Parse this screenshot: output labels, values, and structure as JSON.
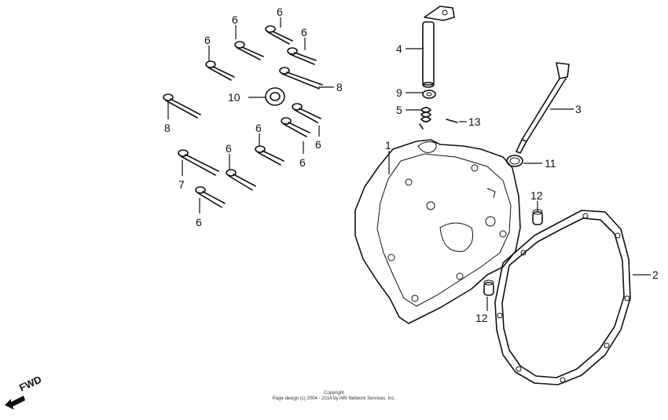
{
  "callouts": [
    {
      "id": "c1",
      "text": "1"
    },
    {
      "id": "c2",
      "text": "2"
    },
    {
      "id": "c3",
      "text": "3"
    },
    {
      "id": "c4",
      "text": "4"
    },
    {
      "id": "c5",
      "text": "5"
    },
    {
      "id": "c6a",
      "text": "6"
    },
    {
      "id": "c6b",
      "text": "6"
    },
    {
      "id": "c6c",
      "text": "6"
    },
    {
      "id": "c6d",
      "text": "6"
    },
    {
      "id": "c6e",
      "text": "6"
    },
    {
      "id": "c6f",
      "text": "6"
    },
    {
      "id": "c6g",
      "text": "6"
    },
    {
      "id": "c6h",
      "text": "6"
    },
    {
      "id": "c6i",
      "text": "6"
    },
    {
      "id": "c7",
      "text": "7"
    },
    {
      "id": "c8a",
      "text": "8"
    },
    {
      "id": "c8b",
      "text": "8"
    },
    {
      "id": "c9",
      "text": "9"
    },
    {
      "id": "c10",
      "text": "10"
    },
    {
      "id": "c11",
      "text": "11"
    },
    {
      "id": "c12a",
      "text": "12"
    },
    {
      "id": "c12b",
      "text": "12"
    },
    {
      "id": "c13",
      "text": "13"
    }
  ],
  "direction_label": "FWD",
  "copyright": {
    "line1": "Copyright",
    "line2": "Page design (c) 2004 - 2014 by ARI Network Services, Inc."
  }
}
